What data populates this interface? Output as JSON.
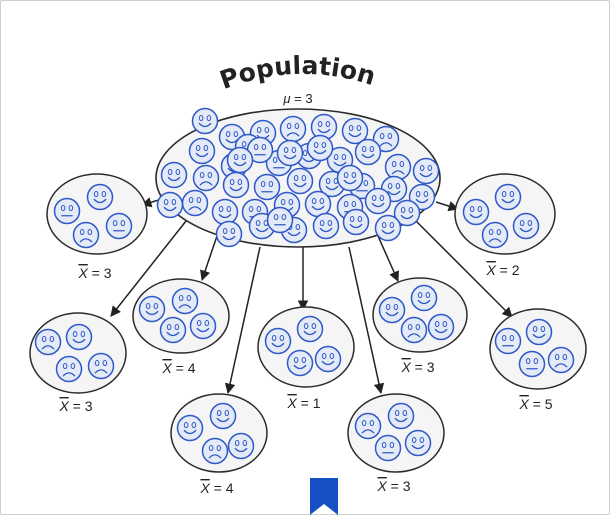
{
  "title": "Population",
  "population_mean": {
    "symbol": "μ",
    "value": "3"
  },
  "sample_mean_symbol": "X",
  "colors": {
    "face_fill": "#e4ebf6",
    "face_stroke": "#2f58c8",
    "ellipse_fill": "#f5f5f5",
    "ellipse_stroke": "#2b2b2b",
    "arrow": "#222222",
    "bookmark": "#1550c4"
  },
  "population_faces": [
    "happy",
    "happy",
    "sad",
    "happy",
    "happy",
    "sad",
    "happy",
    "happy",
    "happy",
    "neutral",
    "happy",
    "happy",
    "happy",
    "sad",
    "happy",
    "happy",
    "sad",
    "happy",
    "neutral",
    "happy",
    "happy",
    "neutral",
    "happy",
    "happy",
    "sad",
    "happy",
    "neutral",
    "happy",
    "happy",
    "neutral",
    "happy",
    "happy",
    "happy",
    "happy",
    "happy",
    "happy",
    "happy",
    "happy",
    "happy",
    "happy",
    "neutral",
    "happy",
    "happy",
    "happy",
    "neutral",
    "happy"
  ],
  "samples": [
    {
      "faces": [
        "neutral",
        "happy",
        "sad",
        "neutral"
      ],
      "mean": "3"
    },
    {
      "faces": [
        "happy",
        "happy",
        "sad",
        "happy"
      ],
      "mean": "2"
    },
    {
      "faces": [
        "happy",
        "sad",
        "happy",
        "happy"
      ],
      "mean": "4"
    },
    {
      "faces": [
        "happy",
        "happy",
        "sad",
        "happy"
      ],
      "mean": "3"
    },
    {
      "faces": [
        "sad",
        "happy",
        "sad",
        "sad"
      ],
      "mean": "3"
    },
    {
      "faces": [
        "happy",
        "happy",
        "happy",
        "happy"
      ],
      "mean": "1"
    },
    {
      "faces": [
        "happy",
        "happy",
        "sad",
        "happy"
      ],
      "mean": "4"
    },
    {
      "faces": [
        "sad",
        "happy",
        "neutral",
        "happy"
      ],
      "mean": "3"
    },
    {
      "faces": [
        "neutral",
        "happy",
        "neutral",
        "sad"
      ],
      "mean": "5"
    }
  ]
}
